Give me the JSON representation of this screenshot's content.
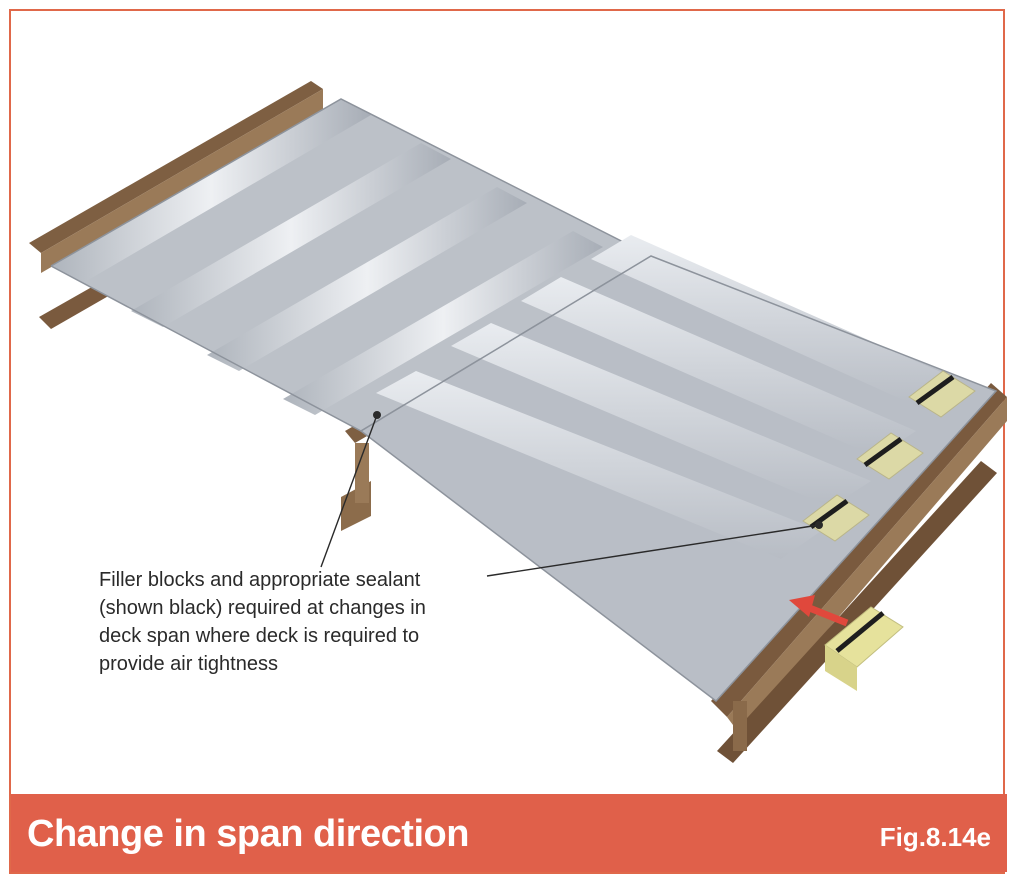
{
  "figure": {
    "callout_text": "Filler blocks and appropriate sealant\n(shown black) required at changes in\ndeck span where deck is required to\nprovide air tightness",
    "title": "Change in span direction",
    "fig_number": "Fig.8.14e"
  },
  "colors": {
    "border": "#e0684a",
    "footer_bg": "#e0604a",
    "steel_beam": "#8a6a4a",
    "deck": "#c9cdd3",
    "filler_block": "#dcd9a6",
    "arrow": "#e0483c"
  }
}
